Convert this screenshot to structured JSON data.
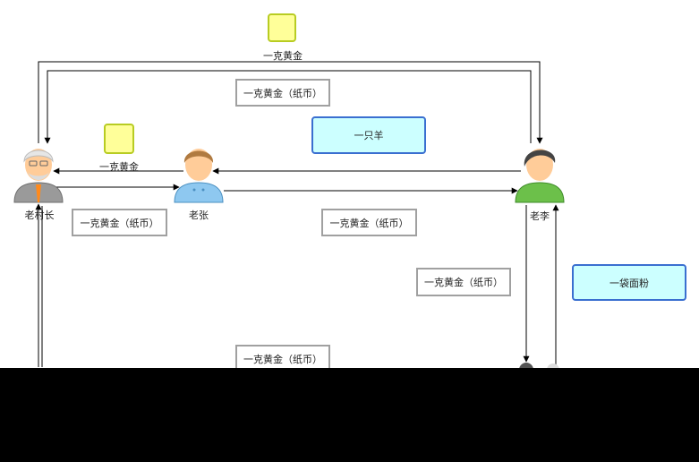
{
  "people": {
    "village_head": "老村长",
    "zhang": "老张",
    "li": "老李"
  },
  "gold_labels": {
    "top": "一克黄金",
    "left": "一克黄金"
  },
  "paper_notes": {
    "top": "一克黄金（纸币）",
    "left": "一克黄金（纸币）",
    "middle": "一克黄金（纸币）",
    "right": "一克黄金（纸币）",
    "bottom": "一克黄金（纸币）"
  },
  "goods": {
    "sheep": "一只羊",
    "flour": "一袋面粉"
  },
  "colors": {
    "gold_fill": "#ffff99",
    "gold_border": "#b8cc22",
    "goods_fill": "#ccffff",
    "goods_border": "#3a6fd0",
    "note_border": "#a0a0a0"
  }
}
